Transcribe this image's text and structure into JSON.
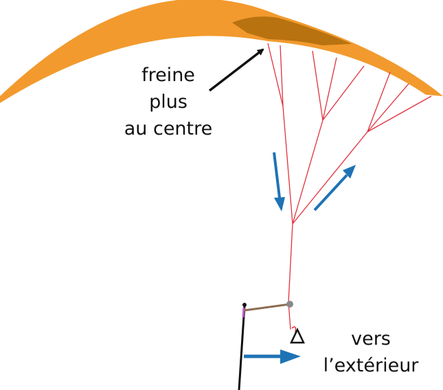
{
  "labels": {
    "brake": [
      "freine",
      "plus",
      "au centre"
    ],
    "outward": [
      "vers",
      "l’extérieur"
    ]
  },
  "colors": {
    "wing": "#F29A2E",
    "wing_shade": "#B8720F",
    "lines": "#E0313C",
    "arrows": "#1E73B5",
    "text": "#111111"
  }
}
